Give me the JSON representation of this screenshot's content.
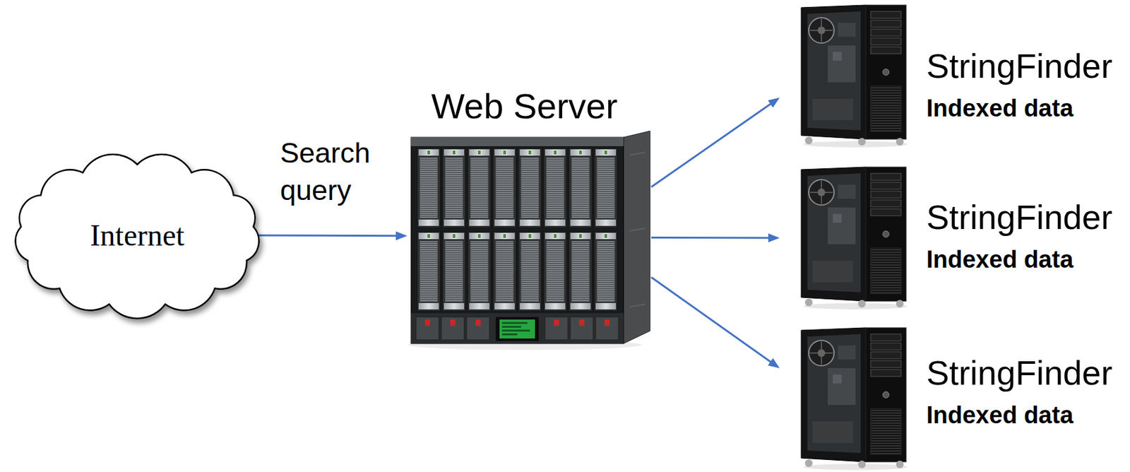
{
  "diagram": {
    "nodes": [
      {
        "text": [
          "Internet"
        ]
      },
      {
        "text": [
          "Web Server"
        ]
      },
      {
        "text": [
          "StringFinder",
          "Indexed data"
        ]
      },
      {
        "text": [
          "StringFinder",
          "Indexed data"
        ]
      },
      {
        "text": [
          "StringFinder",
          "Indexed data"
        ]
      }
    ],
    "edges": [
      {
        "from": 0,
        "to": 1,
        "arrow": "to",
        "label": "Search query"
      },
      {
        "from": 1,
        "to": 2,
        "arrow": "to"
      },
      {
        "from": 1,
        "to": 3,
        "arrow": "to"
      },
      {
        "from": 1,
        "to": 4,
        "arrow": "to"
      }
    ]
  }
}
